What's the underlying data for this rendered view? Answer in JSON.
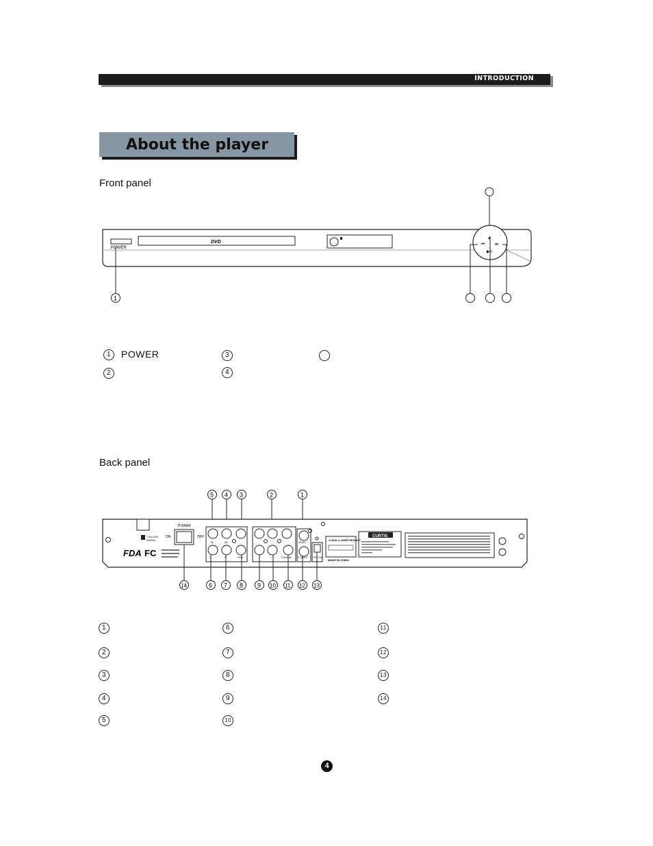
{
  "header": {
    "section": "INTRODUCTION"
  },
  "title": "About the player",
  "front_panel": {
    "label": "Front panel",
    "power_label": "POWER",
    "disc_label": "DVD",
    "symbols": {
      "eject": "▲",
      "prev": "⏮",
      "next": "⏭",
      "play_pause": "▶II"
    },
    "callouts": [
      "1"
    ]
  },
  "front_legend": [
    {
      "num": "1",
      "text": "POWER"
    },
    {
      "num": "2",
      "text": ""
    },
    {
      "num": "3",
      "text": ""
    },
    {
      "num": "4",
      "text": ""
    },
    {
      "num": "",
      "text": ""
    }
  ],
  "back_panel": {
    "label": "Back panel",
    "power_label": "POWER",
    "on_label": "ON",
    "off_label": "OFF",
    "brand": "CURTIS",
    "class_label": "CLASS 1 LASER PRODUCT",
    "made_in": "MADE IN CHINA",
    "fda": "FDA",
    "fc": "FC",
    "jack_labels": [
      "SL",
      "SR",
      "CEN",
      "L",
      "R",
      "VIDEO",
      "COAXIAL",
      "S-VIDEO",
      "OPTICAL"
    ],
    "top_callouts": [
      "5",
      "4",
      "3",
      "2",
      "1"
    ],
    "bottom_callouts": [
      "14",
      "6",
      "7",
      "8",
      "9",
      "10",
      "11",
      "12",
      "13"
    ]
  },
  "back_legend": [
    {
      "num": "1",
      "text": ""
    },
    {
      "num": "2",
      "text": ""
    },
    {
      "num": "3",
      "text": ""
    },
    {
      "num": "4",
      "text": ""
    },
    {
      "num": "5",
      "text": ""
    },
    {
      "num": "6",
      "text": ""
    },
    {
      "num": "7",
      "text": ""
    },
    {
      "num": "8",
      "text": ""
    },
    {
      "num": "9",
      "text": ""
    },
    {
      "num": "10",
      "text": ""
    },
    {
      "num": "11",
      "text": ""
    },
    {
      "num": "12",
      "text": ""
    },
    {
      "num": "13",
      "text": ""
    },
    {
      "num": "14",
      "text": ""
    }
  ],
  "page_number": "4"
}
